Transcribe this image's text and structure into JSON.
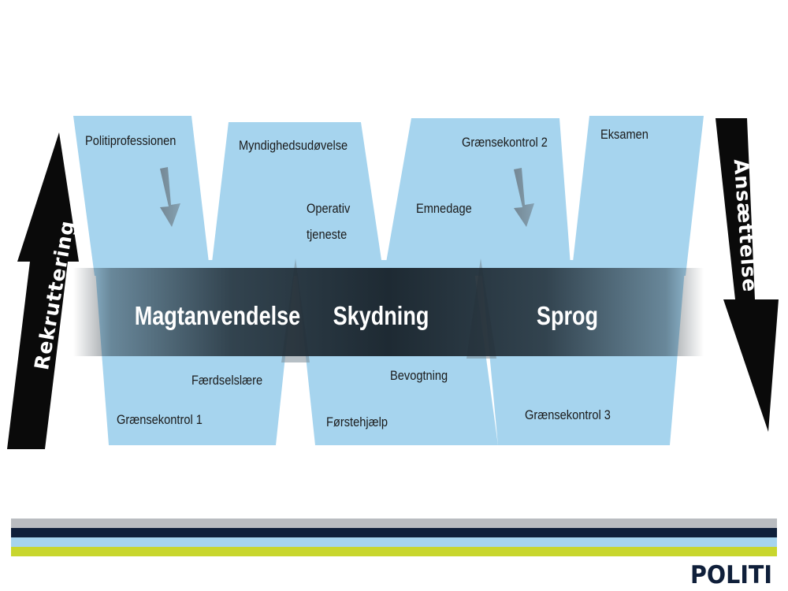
{
  "diagram": {
    "left_arrow_label": "Rekruttering",
    "right_arrow_label": "Ansættelse",
    "modules": {
      "politiprofessionen": "Politiprofessionen",
      "myndighedsudovelse": "Myndighedsudøvelse",
      "operativ_line1": "Operativ",
      "operativ_line2": "tjeneste",
      "emnedage": "Emnedage",
      "graensekontrol2": "Grænsekontrol 2",
      "eksamen": "Eksamen",
      "faerdselslaere": "Færdselslære",
      "graensekontrol1": "Grænsekontrol 1",
      "forstehjaelp": "Førstehjælp",
      "bevogtning": "Bevogtning",
      "graensekontrol3": "Grænsekontrol 3"
    },
    "themes": {
      "magtanvendelse": "Magtanvendelse",
      "skydning": "Skydning",
      "sprog": "Sprog"
    }
  },
  "footer": {
    "logo_text": "POLITI"
  },
  "colors": {
    "shape_fill": "#a6d4ee",
    "band_dark": "#1e2a33",
    "arrow": "#0a0a0a",
    "stripe_gray": "#b9bcc0",
    "stripe_navy": "#0f1f3a",
    "stripe_light_blue": "#a6d4ee",
    "stripe_lime": "#c8d62e",
    "logo": "#0f1f3a"
  }
}
